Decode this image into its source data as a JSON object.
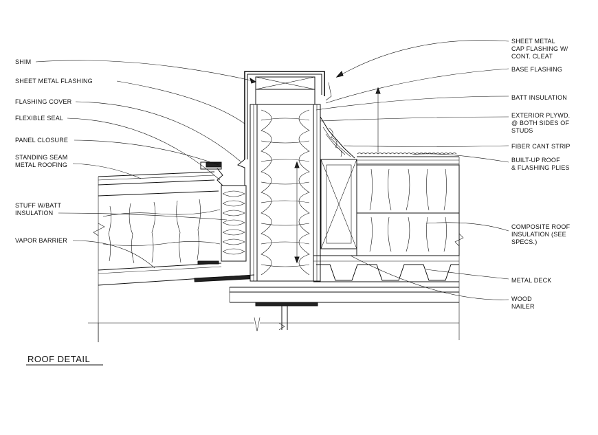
{
  "title": "ROOF DETAIL",
  "labels": {
    "shim": "SHIM",
    "sheet_metal_flashing": "SHEET METAL FLASHING",
    "flashing_cover": "FLASHING COVER",
    "flexible_seal": "FLEXIBLE SEAL",
    "panel_closure": "PANEL CLOSURE",
    "standing_seam_1": "STANDING SEAM",
    "standing_seam_2": "METAL ROOFING",
    "stuff_batt_1": "STUFF W/BATT",
    "stuff_batt_2": "INSULATION",
    "vapor_barrier": "VAPOR BARRIER",
    "cap_flashing_1": "SHEET METAL",
    "cap_flashing_2": "CAP FLASHING W/",
    "cap_flashing_3": "CONT.  CLEAT",
    "base_flashing": "BASE FLASHING",
    "batt_insulation": "BATT INSULATION",
    "ext_plywd_1": "EXTERIOR PLYWD.",
    "ext_plywd_2": "@ BOTH SIDES OF",
    "ext_plywd_3": "STUDS",
    "fiber_cant": "FIBER CANT STRIP",
    "builtup_1": "BUILT-UP ROOF",
    "builtup_2": "& FLASHING PLIES",
    "composite_1": "COMPOSITE ROOF",
    "composite_2": "INSULATION (SEE",
    "composite_3": "SPECS.)",
    "metal_deck": "METAL DECK",
    "wood_nailer_1": "WOOD",
    "wood_nailer_2": "NAILER"
  }
}
